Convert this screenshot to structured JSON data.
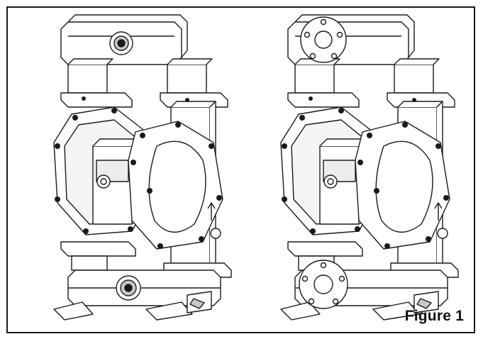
{
  "figure": {
    "caption": "Figure 1",
    "items": [
      {
        "port_style": "threaded"
      },
      {
        "port_style": "flanged"
      }
    ]
  },
  "colors": {
    "line": "#1a1a1a",
    "fill": "#ffffff",
    "shade": "#c8c8c8"
  }
}
